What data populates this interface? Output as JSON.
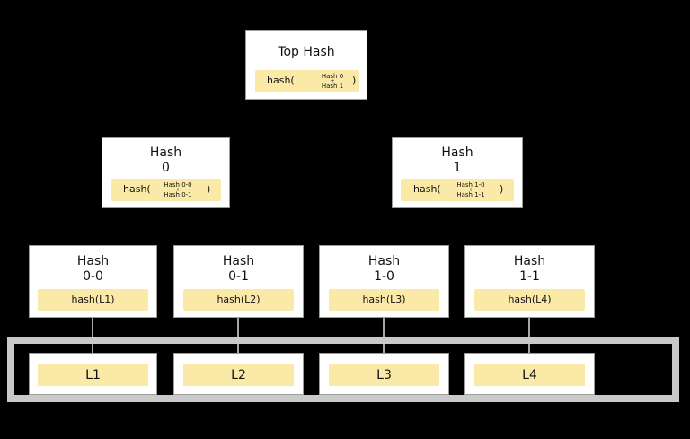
{
  "top": {
    "title": "Top Hash",
    "hash_prefix": "hash(",
    "hash_line1": "Hash 0",
    "hash_plus": "+",
    "hash_line2": "Hash 1",
    "hash_suffix": ")"
  },
  "level1": [
    {
      "title_line1": "Hash",
      "title_line2": "0",
      "hash_prefix": "hash(",
      "hash_line1": "Hash 0-0",
      "hash_plus": "+",
      "hash_line2": "Hash 0-1",
      "hash_suffix": ")"
    },
    {
      "title_line1": "Hash",
      "title_line2": "1",
      "hash_prefix": "hash(",
      "hash_line1": "Hash 1-0",
      "hash_plus": "+",
      "hash_line2": "Hash 1-1",
      "hash_suffix": ")"
    }
  ],
  "level2": [
    {
      "title_line1": "Hash",
      "title_line2": "0-0",
      "hash": "hash(L1)"
    },
    {
      "title_line1": "Hash",
      "title_line2": "0-1",
      "hash": "hash(L2)"
    },
    {
      "title_line1": "Hash",
      "title_line2": "1-0",
      "hash": "hash(L3)"
    },
    {
      "title_line1": "Hash",
      "title_line2": "1-1",
      "hash": "hash(L4)"
    }
  ],
  "leaves": [
    {
      "label": "L1"
    },
    {
      "label": "L2"
    },
    {
      "label": "L3"
    },
    {
      "label": "L4"
    }
  ],
  "colors": {
    "background": "#000000",
    "node_fill": "#ffffff",
    "hash_fill": "#fbe9a8",
    "frame": "#c9c9c9"
  }
}
